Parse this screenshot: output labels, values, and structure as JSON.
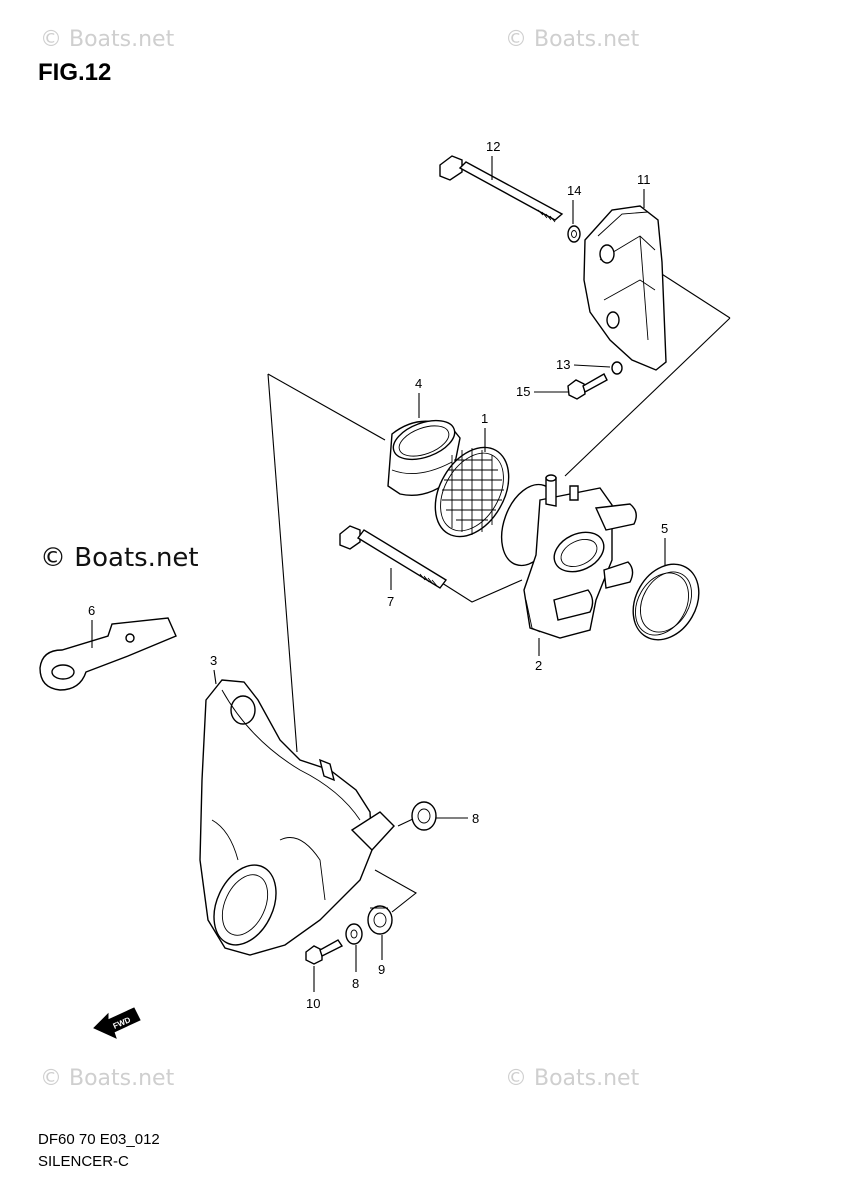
{
  "figure": {
    "title": "FIG.12"
  },
  "watermarks": {
    "top_left": "© Boats.net",
    "top_right": "© Boats.net",
    "middle_left": "© Boats.net",
    "bottom_left": "© Boats.net",
    "bottom_right": "© Boats.net"
  },
  "callouts": {
    "c1": "1",
    "c2": "2",
    "c3": "3",
    "c4": "4",
    "c5": "5",
    "c6": "6",
    "c7": "7",
    "c8a": "8",
    "c8b": "8",
    "c9": "9",
    "c10": "10",
    "c11": "11",
    "c12": "12",
    "c13": "13",
    "c14": "14",
    "c15": "15"
  },
  "fwd_arrow": {
    "label": "FWD",
    "icon": "forward-arrow-icon"
  },
  "footer": {
    "code": "DF60 70 E03_012",
    "name": "SILENCER-C"
  }
}
